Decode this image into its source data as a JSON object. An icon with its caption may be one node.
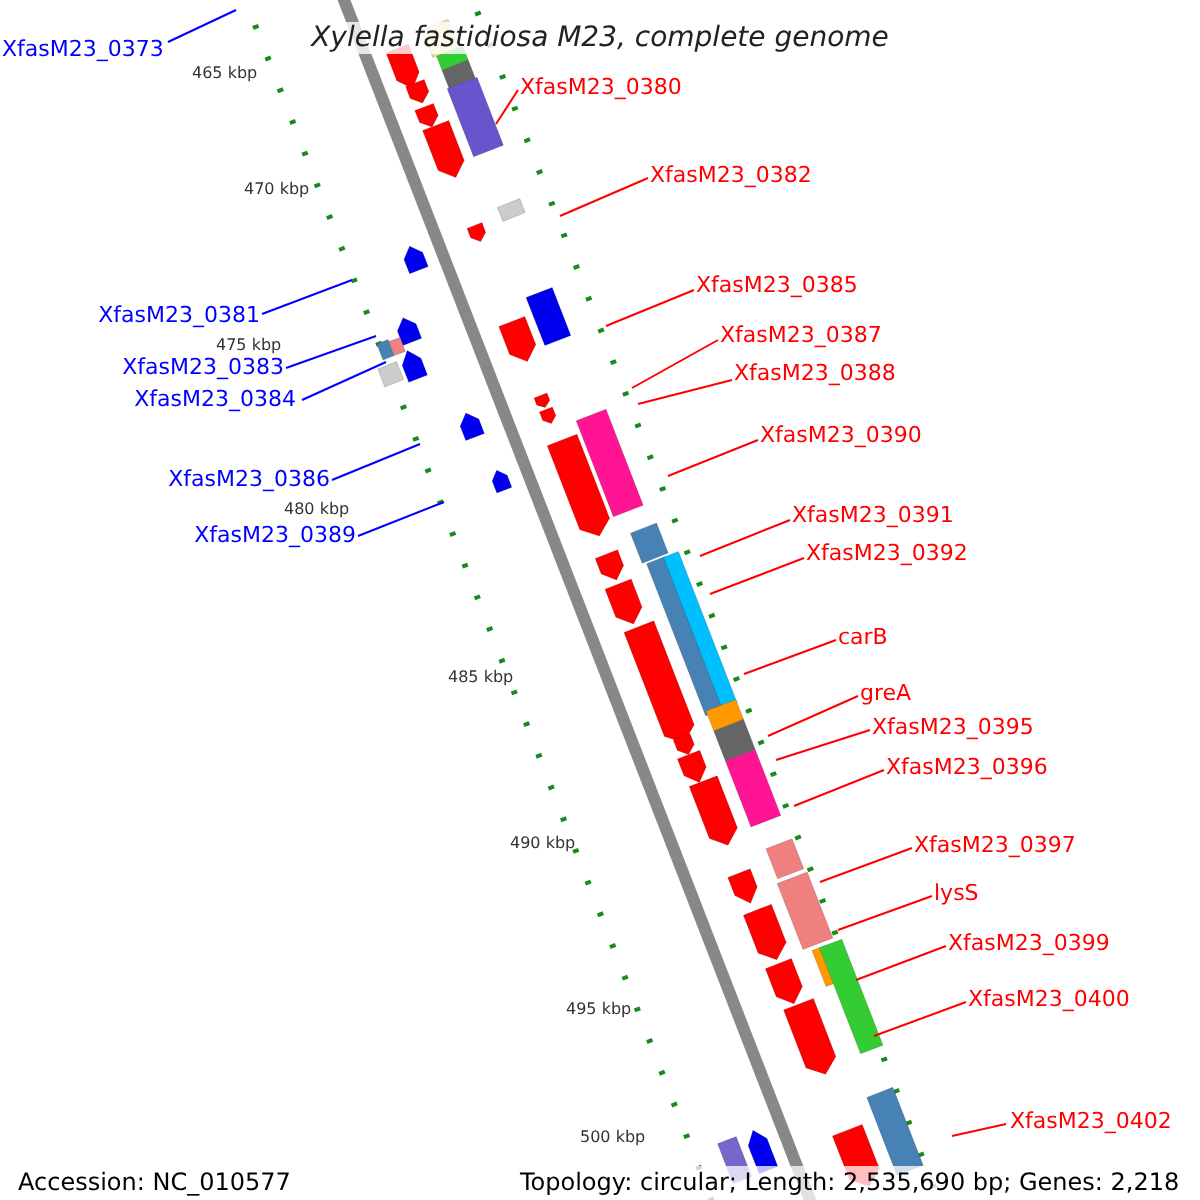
{
  "diagram": {
    "title": "Xylella fastidiosa M23, complete genome",
    "nodes": [
      {
        "text": [
          "XfasM23_0373"
        ]
      },
      {
        "text": [
          "XfasM23_0380"
        ]
      },
      {
        "text": [
          "XfasM23_0382"
        ]
      },
      {
        "text": [
          "XfasM23_0385"
        ]
      },
      {
        "text": [
          "XfasM23_0381"
        ]
      },
      {
        "text": [
          "XfasM23_0387"
        ]
      },
      {
        "text": [
          "XfasM23_0383"
        ]
      },
      {
        "text": [
          "XfasM23_0388"
        ]
      },
      {
        "text": [
          "XfasM23_0384"
        ]
      },
      {
        "text": [
          "XfasM23_0390"
        ]
      },
      {
        "text": [
          "XfasM23_0386"
        ]
      },
      {
        "text": [
          "XfasM23_0391"
        ]
      },
      {
        "text": [
          "XfasM23_0389"
        ]
      },
      {
        "text": [
          "XfasM23_0392"
        ]
      },
      {
        "text": [
          "carB"
        ]
      },
      {
        "text": [
          "greA"
        ]
      },
      {
        "text": [
          "XfasM23_0395"
        ]
      },
      {
        "text": [
          "XfasM23_0396"
        ]
      },
      {
        "text": [
          "XfasM23_0397"
        ]
      },
      {
        "text": [
          "lysS"
        ]
      },
      {
        "text": [
          "XfasM23_0399"
        ]
      },
      {
        "text": [
          "XfasM23_0400"
        ]
      },
      {
        "text": [
          "XfasM23_0402"
        ]
      }
    ],
    "edges": [
      {
        "from": 0,
        "to": null,
        "arrow": "none",
        "color": "#0000ff"
      },
      {
        "from": 1,
        "to": null,
        "arrow": "none"
      },
      {
        "from": 2,
        "to": null,
        "arrow": "none"
      },
      {
        "from": 3,
        "to": null,
        "arrow": "none"
      },
      {
        "from": 4,
        "to": null,
        "arrow": "none",
        "color": "#0000ff"
      },
      {
        "from": 5,
        "to": null,
        "arrow": "none"
      },
      {
        "from": 6,
        "to": null,
        "arrow": "none",
        "color": "#0000ff"
      },
      {
        "from": 7,
        "to": null,
        "arrow": "none"
      },
      {
        "from": 8,
        "to": null,
        "arrow": "none",
        "color": "#0000ff"
      },
      {
        "from": 9,
        "to": null,
        "arrow": "none"
      },
      {
        "from": 10,
        "to": null,
        "arrow": "none",
        "color": "#0000ff"
      },
      {
        "from": 11,
        "to": null,
        "arrow": "none"
      },
      {
        "from": 12,
        "to": null,
        "arrow": "none",
        "color": "#0000ff"
      },
      {
        "from": 13,
        "to": null,
        "arrow": "none"
      },
      {
        "from": 14,
        "to": null,
        "arrow": "none"
      },
      {
        "from": 15,
        "to": null,
        "arrow": "none"
      },
      {
        "from": 16,
        "to": null,
        "arrow": "none"
      },
      {
        "from": 17,
        "to": null,
        "arrow": "none"
      },
      {
        "from": 18,
        "to": null,
        "arrow": "none"
      },
      {
        "from": 19,
        "to": null,
        "arrow": "none"
      },
      {
        "from": 20,
        "to": null,
        "arrow": "none"
      },
      {
        "from": 21,
        "to": null,
        "arrow": "none"
      },
      {
        "from": 22,
        "to": null,
        "arrow": "none"
      }
    ],
    "labels": [
      "465 kbp",
      "470 kbp",
      "475 kbp",
      "480 kbp",
      "485 kbp",
      "490 kbp",
      "495 kbp",
      "500 kbp",
      "Accession: NC_010577",
      "Topology: circular; Length: 2,535,690 bp; Genes: 2,218"
    ]
  }
}
